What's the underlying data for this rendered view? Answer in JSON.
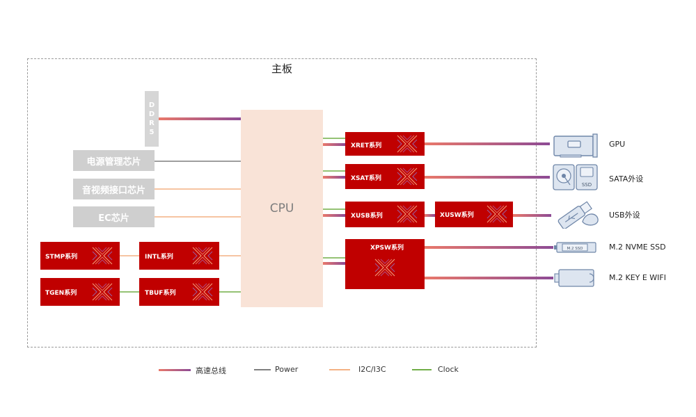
{
  "board": {
    "title": "主板"
  },
  "cpu": {
    "label": "CPU"
  },
  "ddr": {
    "letters": [
      "D",
      "D",
      "R",
      "5"
    ]
  },
  "left_chips": [
    {
      "label": "电源管理芯片"
    },
    {
      "label": "音视频接口芯片"
    },
    {
      "label": "EC芯片"
    }
  ],
  "red_chips": {
    "stmp": "STMP系列",
    "intl": "INTL系列",
    "tgen": "TGEN系列",
    "tbuf": "TBUF系列",
    "xret": "XRET系列",
    "xsat": "XSAT系列",
    "xusb": "XUSB系列",
    "xusw": "XUSW系列",
    "xpsw": "XPSW系列"
  },
  "devices": [
    {
      "label": "GPU",
      "icon": "gpu-card-icon"
    },
    {
      "label": "SATA外设",
      "icon": "sata-drive-icon"
    },
    {
      "label": "USB外设",
      "icon": "usb-device-icon"
    },
    {
      "label": "M.2 NVME SSD",
      "icon": "m2-ssd-icon"
    },
    {
      "label": "M.2 KEY E WIFI",
      "icon": "m2-wifi-card-icon"
    }
  ],
  "device_text": {
    "ssd_tag": "SSD",
    "m2_tag": "M.2 SSD"
  },
  "legend": [
    {
      "label": "高速总线",
      "color": "gradient"
    },
    {
      "label": "Power",
      "color": "#7f7f7f"
    },
    {
      "label": "I2C/I3C",
      "color": "#f4b183"
    },
    {
      "label": "Clock",
      "color": "#70ad47"
    }
  ],
  "colors": {
    "chip_red": "#c00000",
    "bus_start": "#e9786a",
    "bus_end": "#8d4b95",
    "power": "#7f7f7f",
    "i2c": "#f4b183",
    "clock": "#70ad47",
    "cpu_fill": "#f9e3d7",
    "gray_chip": "#cfcfcf"
  }
}
